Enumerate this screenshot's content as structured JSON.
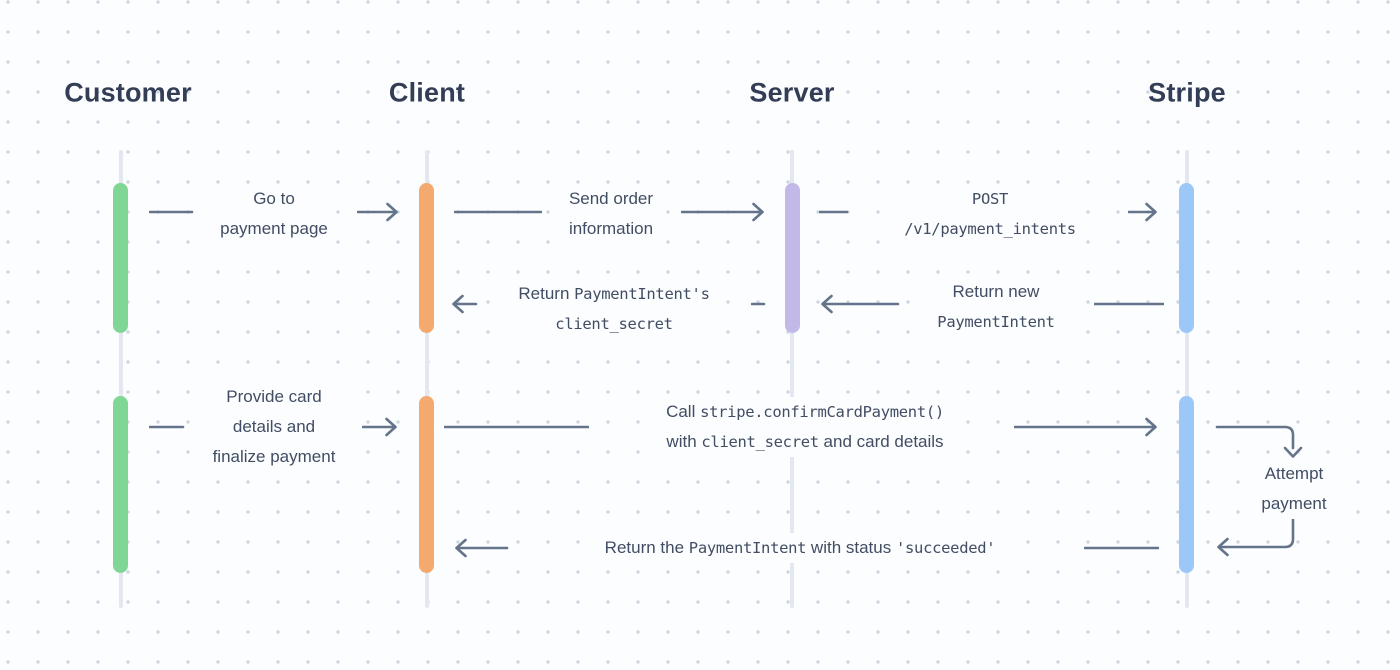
{
  "actors": [
    {
      "name": "Customer",
      "bar_color": "#80d694"
    },
    {
      "name": "Client",
      "bar_color": "#f4a96e"
    },
    {
      "name": "Server",
      "bar_color": "#c3b9e8"
    },
    {
      "name": "Stripe",
      "bar_color": "#9cc8f8"
    }
  ],
  "messages": {
    "go_to_payment": {
      "from": "Customer",
      "to": "Client",
      "lines": [
        [
          {
            "t": "Go to"
          }
        ],
        [
          {
            "t": "payment page"
          }
        ]
      ]
    },
    "send_order": {
      "from": "Client",
      "to": "Server",
      "lines": [
        [
          {
            "t": "Send order"
          }
        ],
        [
          {
            "t": "information"
          }
        ]
      ]
    },
    "post_payment_intents": {
      "from": "Server",
      "to": "Stripe",
      "lines": [
        [
          {
            "t": "POST",
            "mono": true
          }
        ],
        [
          {
            "t": "/v1/payment_intents",
            "mono": true
          }
        ]
      ]
    },
    "return_new_payment_intent": {
      "from": "Stripe",
      "to": "Server",
      "lines": [
        [
          {
            "t": "Return new"
          }
        ],
        [
          {
            "t": "PaymentIntent",
            "mono": true
          }
        ]
      ]
    },
    "return_client_secret": {
      "from": "Server",
      "to": "Client",
      "lines": [
        [
          {
            "t": "Return "
          },
          {
            "t": "PaymentIntent's",
            "mono": true
          }
        ],
        [
          {
            "t": "client_secret",
            "mono": true
          }
        ]
      ]
    },
    "provide_card_details": {
      "from": "Customer",
      "to": "Client",
      "lines": [
        [
          {
            "t": "Provide card"
          }
        ],
        [
          {
            "t": "details and"
          }
        ],
        [
          {
            "t": "finalize payment"
          }
        ]
      ]
    },
    "confirm_card_payment": {
      "from": "Client",
      "to": "Stripe",
      "lines": [
        [
          {
            "t": "Call "
          },
          {
            "t": "stripe.confirmCardPayment()",
            "mono": true
          }
        ],
        [
          {
            "t": "with "
          },
          {
            "t": "client_secret",
            "mono": true
          },
          {
            "t": " and card details"
          }
        ]
      ]
    },
    "attempt_payment": {
      "from": "Stripe",
      "to": "Stripe",
      "lines": [
        [
          {
            "t": "Attempt"
          }
        ],
        [
          {
            "t": "payment"
          }
        ]
      ]
    },
    "return_succeeded": {
      "from": "Stripe",
      "to": "Client",
      "lines": [
        [
          {
            "t": "Return the "
          },
          {
            "t": "PaymentIntent",
            "mono": true
          },
          {
            "t": " with status "
          },
          {
            "t": "'succeeded'",
            "mono": true
          }
        ]
      ]
    }
  },
  "colors": {
    "background": "#fcfdfe",
    "dot_grid": "#ccd5e2",
    "lifeline": "#e3e8f0",
    "arrow": "#64748b",
    "label_text": "#414d63",
    "heading_text": "#333d56"
  }
}
